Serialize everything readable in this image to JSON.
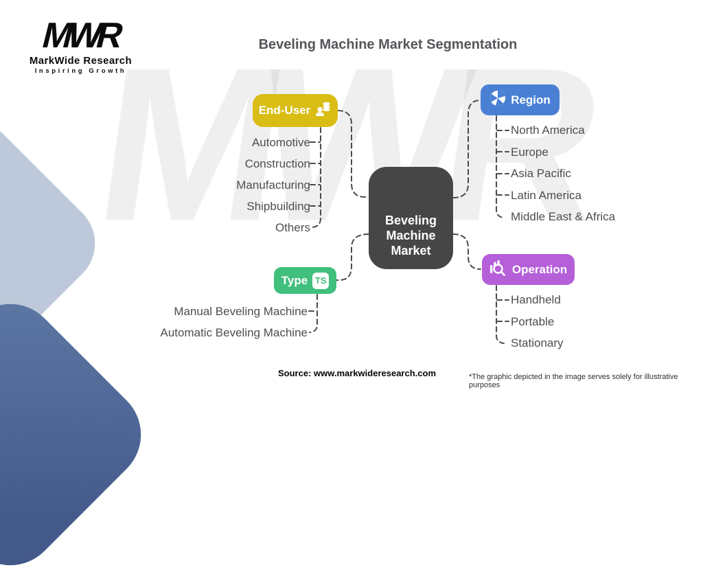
{
  "page": {
    "title": "Beveling Machine Market Segmentation"
  },
  "logo": {
    "mark": "MWR",
    "name": "MarkWide Research",
    "tagline": "Inspiring Growth"
  },
  "watermark": "MWR",
  "center": {
    "label": "Beveling Machine Market",
    "color": "#464646"
  },
  "segments": [
    {
      "id": "end-user",
      "label": "End-User",
      "color": "#d9bd15",
      "icon": "user-coins-icon",
      "items": [
        "Automotive",
        "Construction",
        "Manufacturing",
        "Shipbuilding",
        "Others"
      ]
    },
    {
      "id": "region",
      "label": "Region",
      "color": "#4a80d4",
      "icon": "globe-icon",
      "items": [
        "North America",
        "Europe",
        "Asia Pacific",
        "Latin America",
        "Middle East & Africa"
      ]
    },
    {
      "id": "type",
      "label": "Type",
      "color": "#41bf7d",
      "icon": "ts-badge-icon",
      "badge": "TS",
      "items": [
        "Manual Beveling Machine",
        "Automatic Beveling Machine"
      ]
    },
    {
      "id": "operation",
      "label": "Operation",
      "color": "#b55fd9",
      "icon": "chart-magnifier-icon",
      "items": [
        "Handheld",
        "Portable",
        "Stationary"
      ]
    }
  ],
  "footer": {
    "source": "Source: www.markwideresearch.com",
    "disclaimer": "*The graphic depicted in the image serves solely for illustrative purposes"
  }
}
